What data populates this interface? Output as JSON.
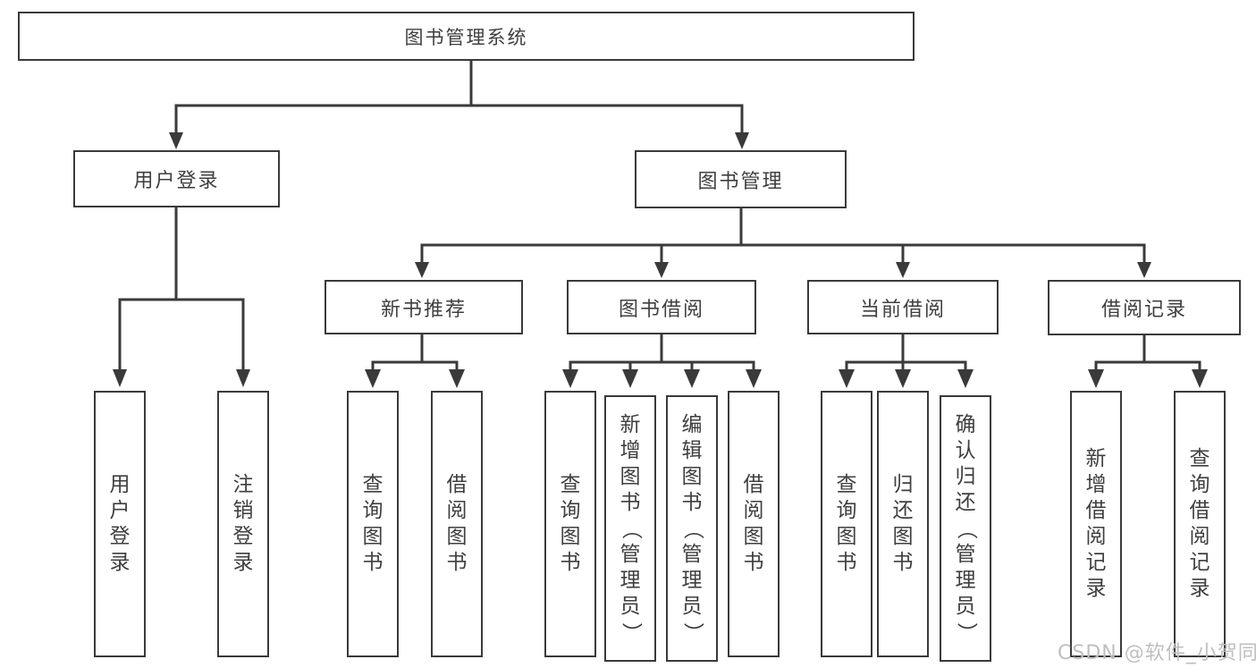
{
  "diagram": {
    "root": {
      "label": "图书管理系统"
    },
    "level1": {
      "user_login": {
        "label": "用户登录"
      },
      "book_management": {
        "label": "图书管理"
      }
    },
    "level2": {
      "new_book_recommend": {
        "label": "新书推荐"
      },
      "book_borrow": {
        "label": "图书借阅"
      },
      "current_borrow": {
        "label": "当前借阅"
      },
      "borrow_record": {
        "label": "借阅记录"
      }
    },
    "leaves": {
      "user_login": {
        "label": "用户登录"
      },
      "logout_login": {
        "label": "注销登录"
      },
      "nbr_query_book": {
        "label": "查询图书"
      },
      "nbr_borrow_book": {
        "label": "借阅图书"
      },
      "bb_query_book": {
        "label": "查询图书"
      },
      "bb_add_book_admin": {
        "label": "新增图书（管理员）"
      },
      "bb_edit_book_admin": {
        "label": "编辑图书（管理员）"
      },
      "bb_borrow_book": {
        "label": "借阅图书"
      },
      "cb_query_book": {
        "label": "查询图书"
      },
      "cb_return_book": {
        "label": "归还图书"
      },
      "cb_confirm_return_admin": {
        "label": "确认归还（管理员）"
      },
      "br_add_record": {
        "label": "新增借阅记录"
      },
      "br_query_record": {
        "label": "查询借阅记录"
      }
    },
    "watermark": "CSDN @软件_小贺同学",
    "colors": {
      "line": "#3a3a3a",
      "text": "#3f3f3f",
      "box_background": "#ffffff",
      "watermark": "#bfbfbf",
      "background": "#ffffff"
    }
  }
}
